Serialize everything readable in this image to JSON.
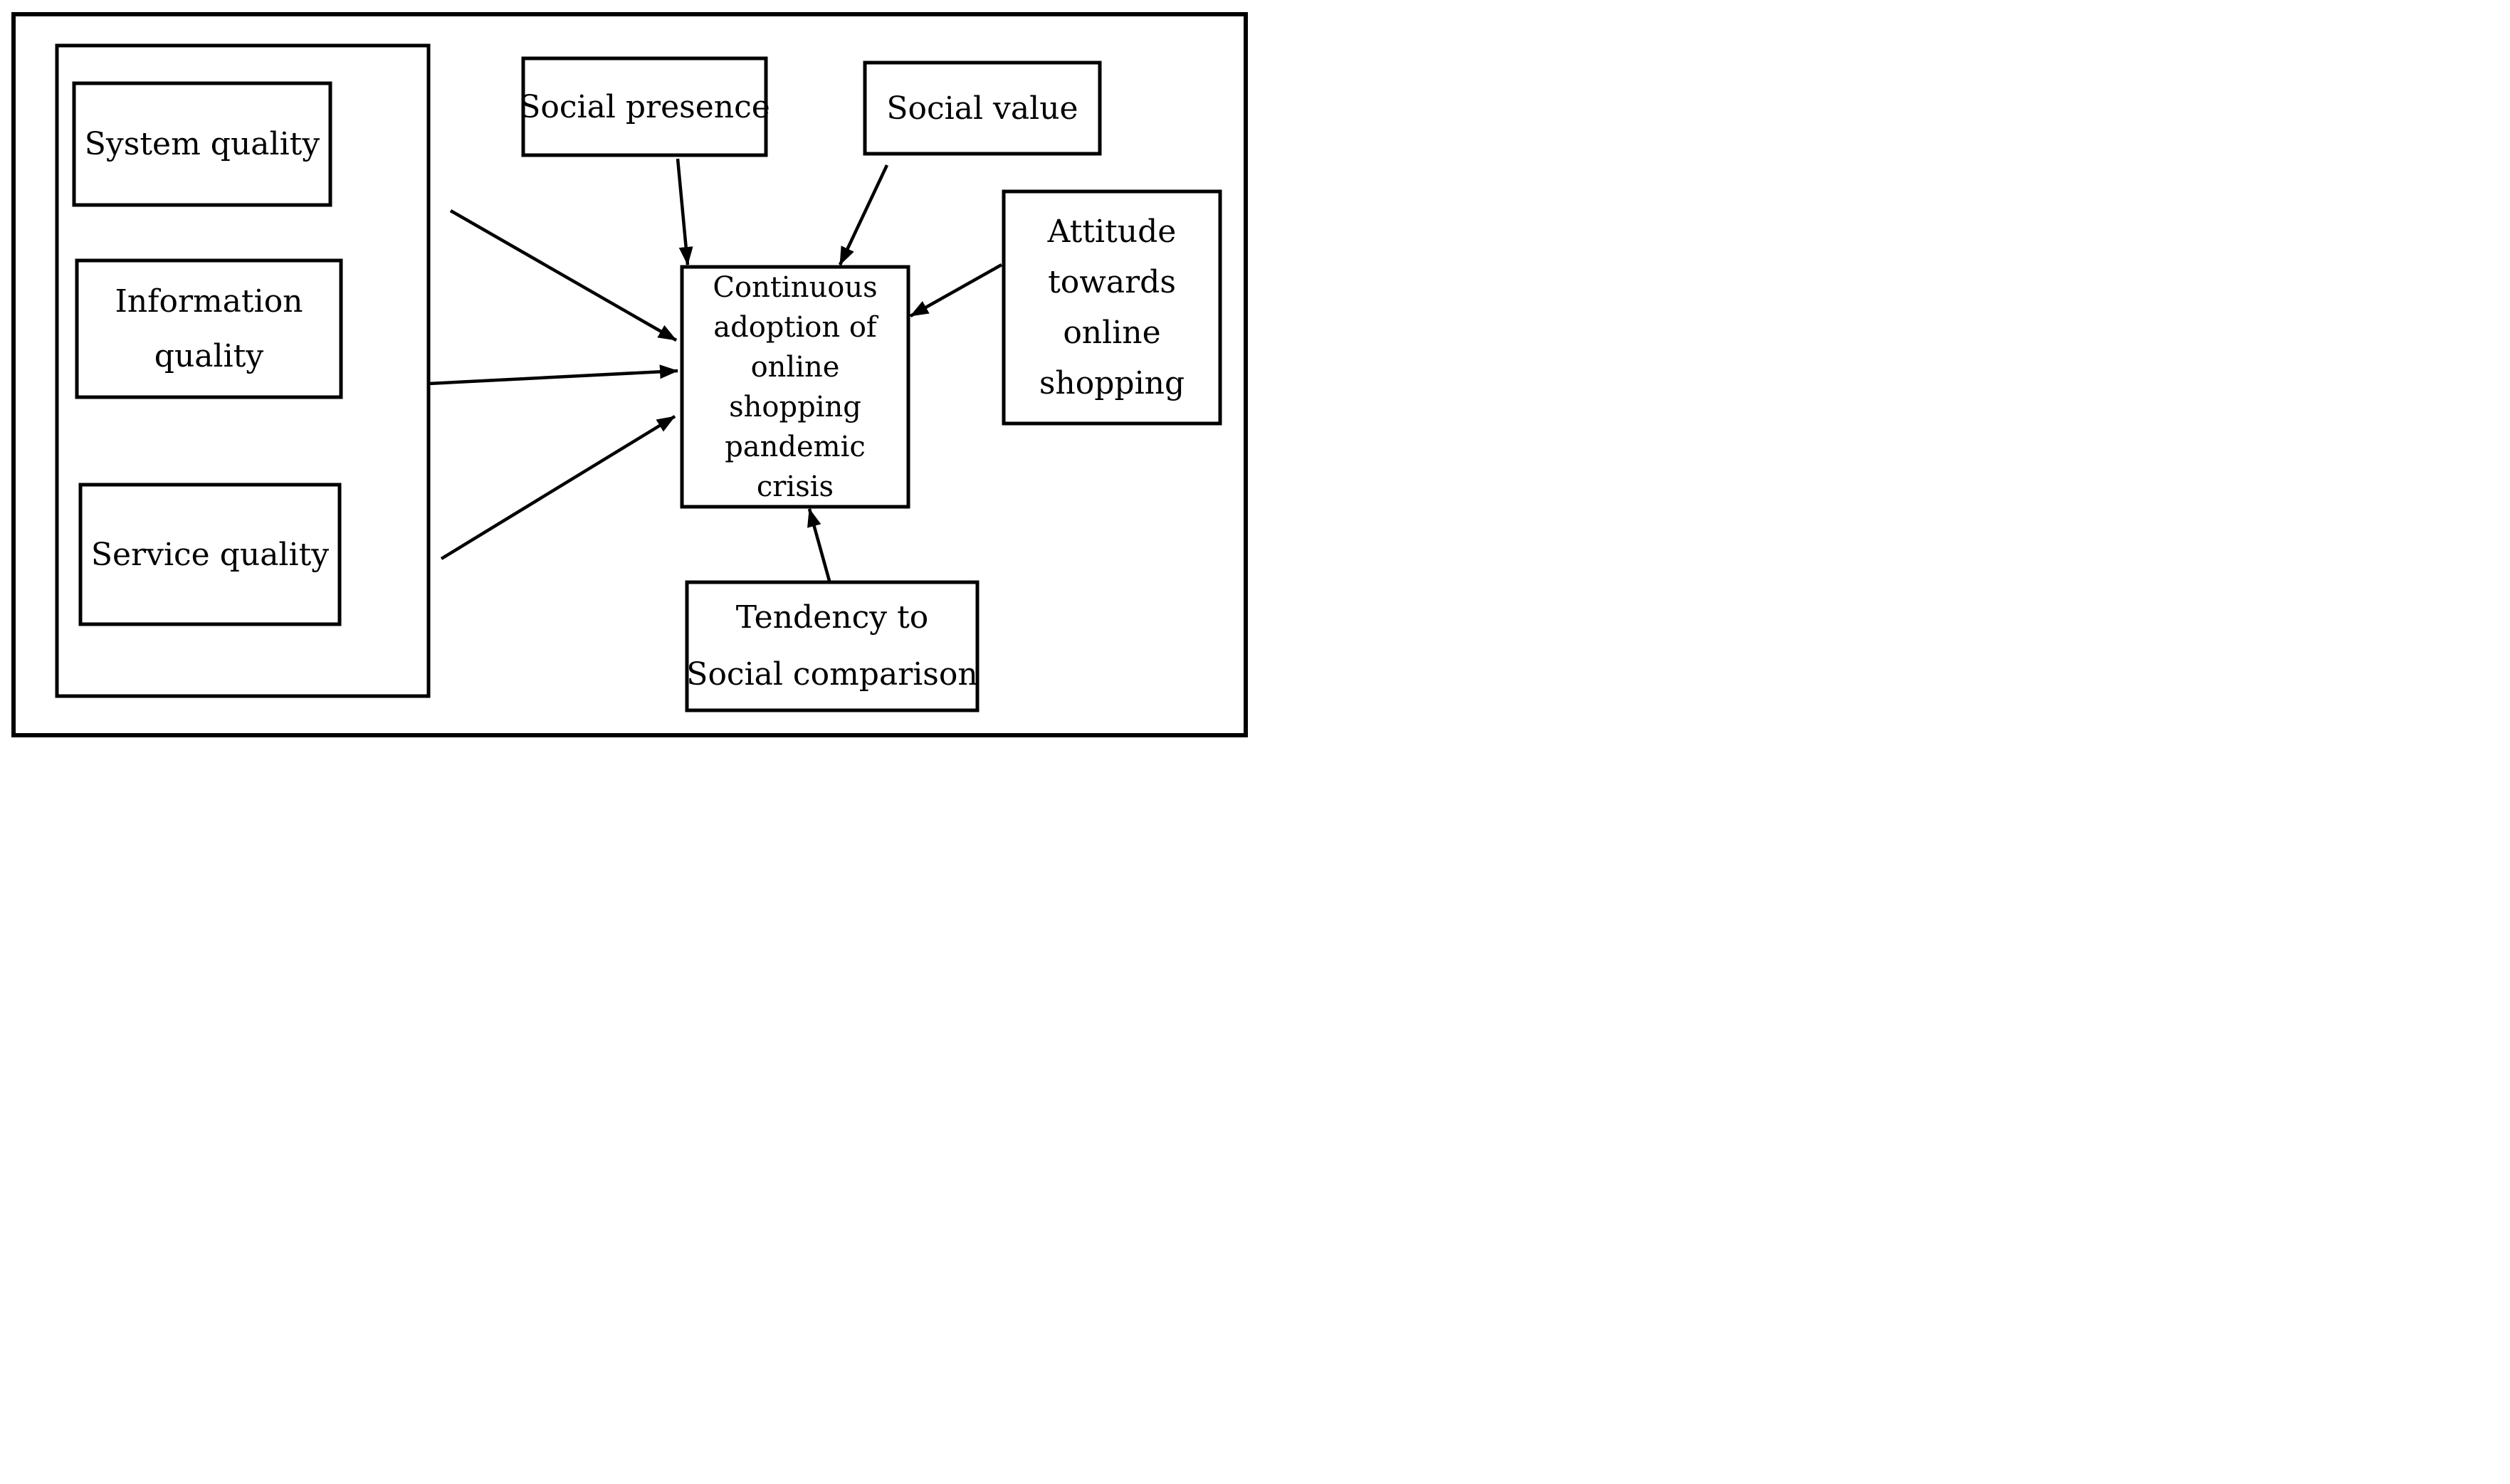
{
  "figure": {
    "type": "conceptual-model-diagram",
    "colors": {
      "stroke": "#000000",
      "background": "#ffffff"
    },
    "nodes": {
      "system_quality": {
        "label": "System quality"
      },
      "information_quality": {
        "lines": [
          "Information",
          "quality"
        ]
      },
      "service_quality": {
        "label": "Service quality"
      },
      "social_presence": {
        "label": "Social presence"
      },
      "social_value": {
        "label": "Social value"
      },
      "attitude": {
        "lines": [
          "Attitude",
          "towards",
          "online",
          "shopping"
        ]
      },
      "central": {
        "lines": [
          "Continuous",
          "adoption of",
          "online",
          "shopping",
          "pandemic",
          "crisis"
        ]
      },
      "tendency": {
        "lines": [
          "Tendency to",
          "Social comparison"
        ]
      }
    },
    "edges": [
      {
        "from": "system_quality",
        "to": "central"
      },
      {
        "from": "information_quality",
        "to": "central"
      },
      {
        "from": "service_quality",
        "to": "central"
      },
      {
        "from": "social_presence",
        "to": "central"
      },
      {
        "from": "social_value",
        "to": "central"
      },
      {
        "from": "attitude",
        "to": "central"
      },
      {
        "from": "tendency",
        "to": "central"
      }
    ]
  }
}
